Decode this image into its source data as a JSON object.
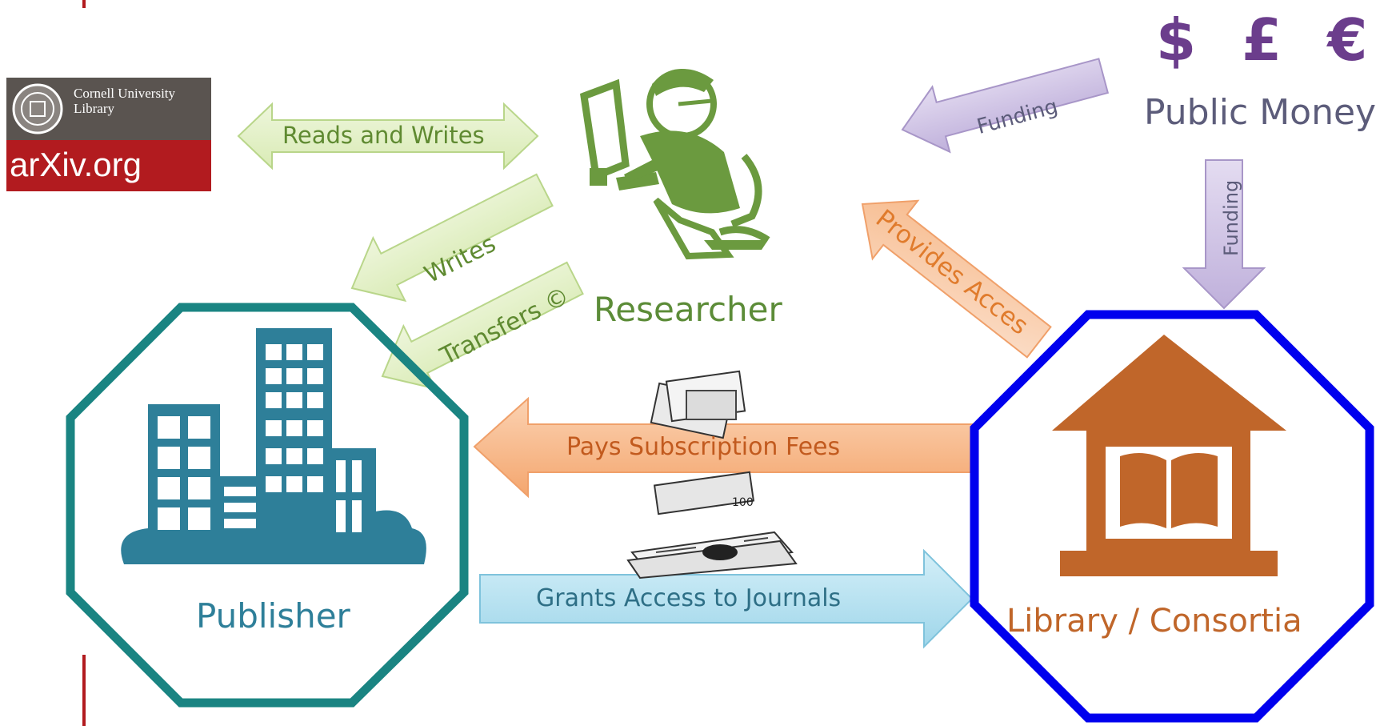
{
  "logo": {
    "institution": "Cornell University Library",
    "name": "arXiv.org"
  },
  "nodes": {
    "researcher": "Researcher",
    "publisher": "Publisher",
    "library": "Library / Consortia",
    "public_money": "Public Money",
    "currency_symbols": "$ £ €"
  },
  "arrows": {
    "reads_and_writes": "Reads and Writes",
    "writes": "Writes",
    "transfers_copyright": "Transfers ©",
    "funding_to_researcher": "Funding",
    "funding_to_library": "Funding",
    "provides_access": "Provides Acces",
    "pays_subscription": "Pays Subscription Fees",
    "grants_access": "Grants Access to Journals"
  },
  "colors": {
    "researcher_green": "#6b9a3f",
    "publisher_teal": "#2e7f99",
    "library_orange": "#c0662a",
    "octagon_teal": "#1a8482",
    "octagon_blue": "#0000ee",
    "funding_purple": "#b8a6d6",
    "subscription_orange": "#f6b78a",
    "grants_blue": "#a9dcee",
    "arxiv_red": "#b21b1f"
  }
}
